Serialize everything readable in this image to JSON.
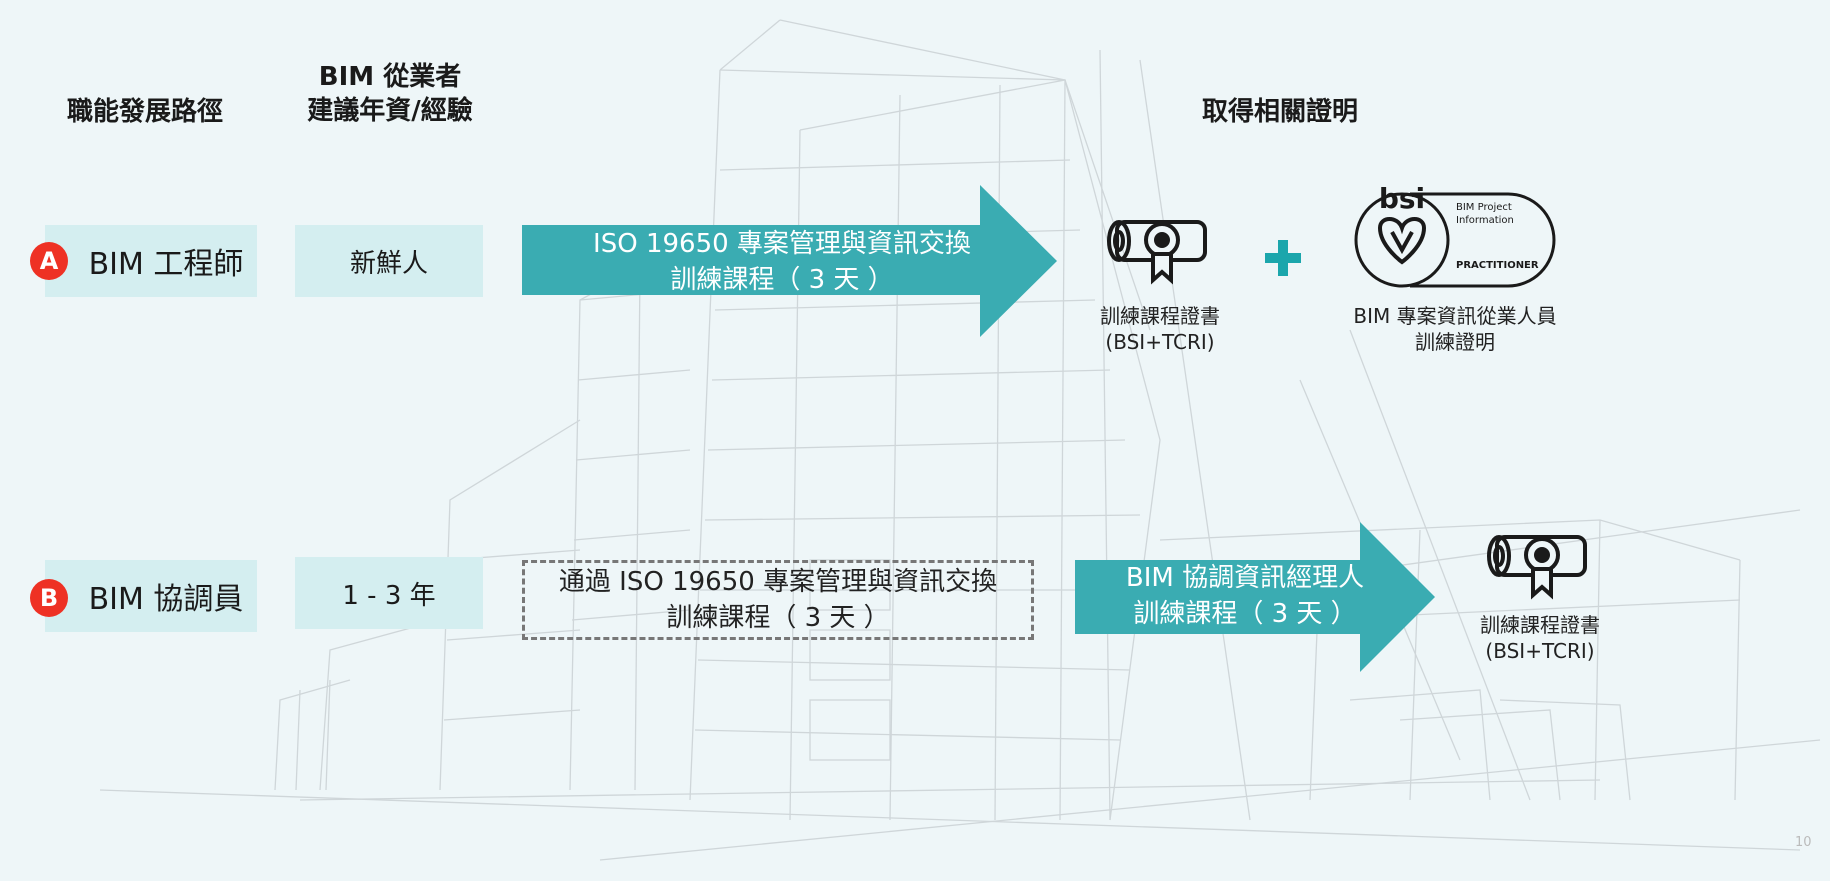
{
  "headers": {
    "path": "職能發展路徑",
    "experience_line1": "BIM 從業者",
    "experience_line2": "建議年資/經驗",
    "certs": "取得相關證明"
  },
  "row_a": {
    "badge": "A",
    "role": "BIM 工程師",
    "experience": "新鮮人",
    "course_line1": "ISO 19650 專案管理與資訊交換",
    "course_line2": "訓練課程（ 3 天 ）",
    "cert1_line1": "訓練課程證書",
    "cert1_line2": "(BSI+TCRI)",
    "cert2_line1": "BIM 專案資訊從業人員",
    "cert2_line2": "訓練證明",
    "bsi_logo_text": "bsi",
    "bsi_mark_line1": "BIM Project",
    "bsi_mark_line2": "Information",
    "bsi_mark_line3": "PRACTITIONER"
  },
  "row_b": {
    "badge": "B",
    "role": "BIM 協調員",
    "experience": "1 - 3 年",
    "prereq_line1": "通過 ISO 19650 專案管理與資訊交換",
    "prereq_line2": "訓練課程（ 3 天 ）",
    "course_line1": "BIM 協調資訊經理人",
    "course_line2": "訓練課程（ 3 天 ）",
    "cert1_line1": "訓練課程證書",
    "cert1_line2": "(BSI+TCRI)"
  },
  "page_number": "10",
  "colors": {
    "accent": "#3aacb2",
    "box": "#d4eef0",
    "badge": "#ee3124"
  },
  "icons": [
    "building-sketch",
    "certificate-scroll-icon",
    "plus-icon",
    "bsi-kitemark-logo"
  ]
}
